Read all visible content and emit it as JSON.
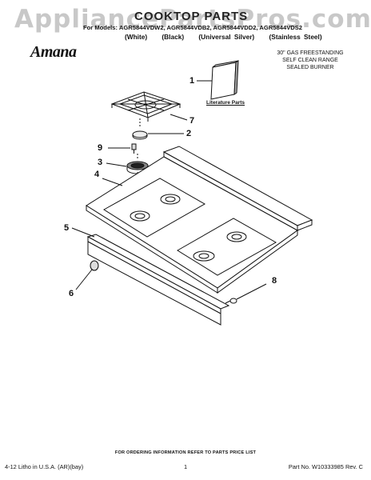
{
  "watermark": "AppliancePartsPros.com",
  "header": {
    "title": "COOKTOP PARTS",
    "models_line": "For Models: AGR5844VDW2, AGR5844VDB2, AGR5844VDD2, AGR5844VDS2",
    "variants": [
      "(White)",
      "(Black)",
      "(Universal Silver)",
      "(Stainless Steel)"
    ]
  },
  "brand": "Amana",
  "range_description": [
    "30\" GAS FREESTANDING",
    "SELF CLEAN RANGE",
    "SEALED BURNER"
  ],
  "literature_label": "Literature Parts",
  "callouts": [
    "1",
    "7",
    "2",
    "9",
    "3",
    "4",
    "5",
    "6",
    "8"
  ],
  "footer": {
    "order_note": "FOR ORDERING INFORMATION REFER TO PARTS PRICE LIST",
    "litho": "4-12 Litho in U.S.A. (AR)(bay)",
    "page": "1",
    "part_no": "Part No. W10333985 Rev. C"
  }
}
